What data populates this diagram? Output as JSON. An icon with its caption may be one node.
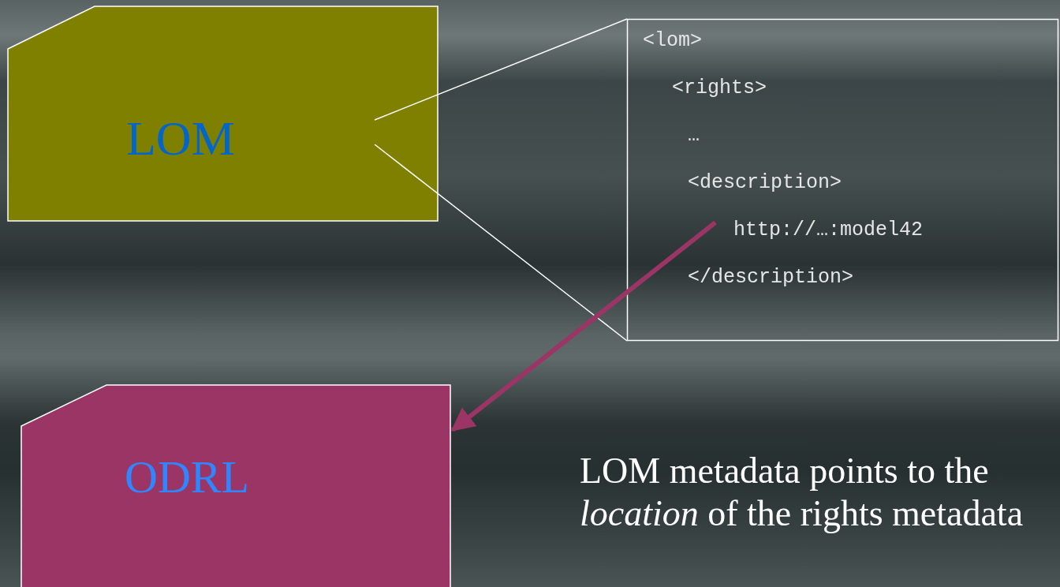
{
  "diagram": {
    "nodes": [
      {
        "text": [
          "LOM"
        ]
      },
      {
        "text": [
          "<lom>",
          "<rights>",
          "…",
          "<description>",
          "http://…:model42",
          "</description>"
        ]
      },
      {
        "text": [
          "ODRL"
        ]
      }
    ],
    "edges": [
      {
        "from": 0,
        "to": 1,
        "arrow": "none"
      },
      {
        "from": 0,
        "to": 1,
        "arrow": "none"
      },
      {
        "from": 1,
        "to": 2,
        "arrow": "to",
        "style": "thick",
        "color": "#9b3566"
      }
    ],
    "labels": [
      "LOM metadata points to the *location* of the rights metadata"
    ]
  }
}
